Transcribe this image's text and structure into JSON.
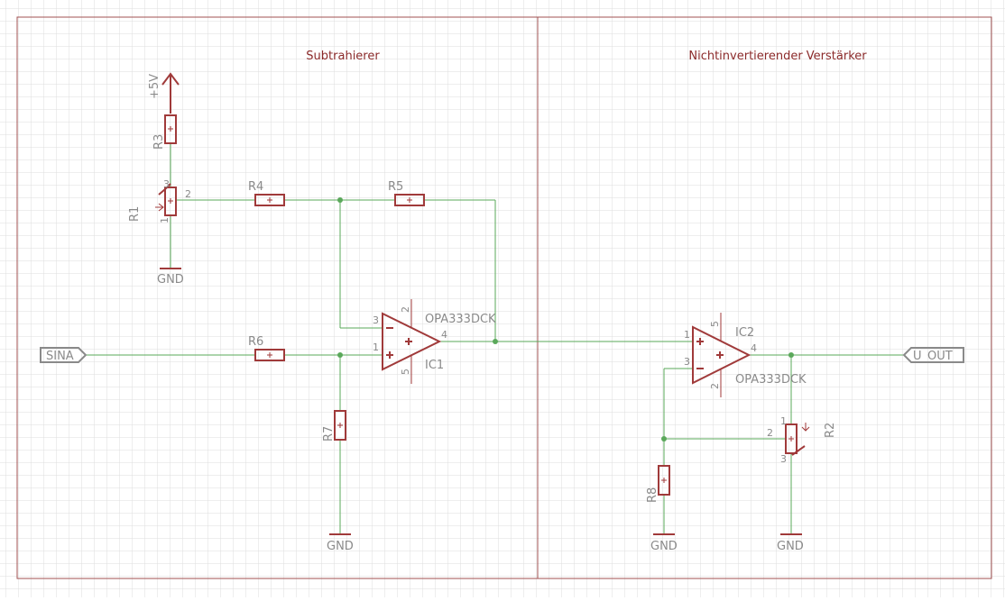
{
  "sheet": {
    "sections": [
      {
        "title": "Subtrahierer"
      },
      {
        "title": "Nichtinvertierender Verstärker"
      }
    ]
  },
  "supply": {
    "label": "+5V"
  },
  "ports": {
    "input": "SINA",
    "output": "U_OUT"
  },
  "grounds": [
    "GND",
    "GND",
    "GND",
    "GND"
  ],
  "resistors": {
    "r3": "R3",
    "r4": "R4",
    "r5": "R5",
    "r6": "R6",
    "r7": "R7",
    "r8": "R8"
  },
  "potentiometers": {
    "r1": {
      "name": "R1",
      "pins": [
        "3",
        "2",
        "1"
      ]
    },
    "r2": {
      "name": "R2",
      "pins": [
        "1",
        "2",
        "3"
      ]
    }
  },
  "opamps": {
    "ic1": {
      "name": "IC1",
      "value": "OPA333DCK",
      "pins": {
        "in_minus": "3",
        "in_plus": "1",
        "out": "4",
        "vplus": "2",
        "vminus": "5"
      }
    },
    "ic2": {
      "name": "IC2",
      "value": "OPA333DCK",
      "pins": {
        "in_plus": "1",
        "in_minus": "3",
        "out": "4",
        "vplus": "5",
        "vminus": "2"
      }
    }
  },
  "colors": {
    "wire": "#5aa85a",
    "part": "#a03a3a",
    "frame": "#a05252",
    "label": "#8a8a8a",
    "grid": "#dcdcdc"
  }
}
